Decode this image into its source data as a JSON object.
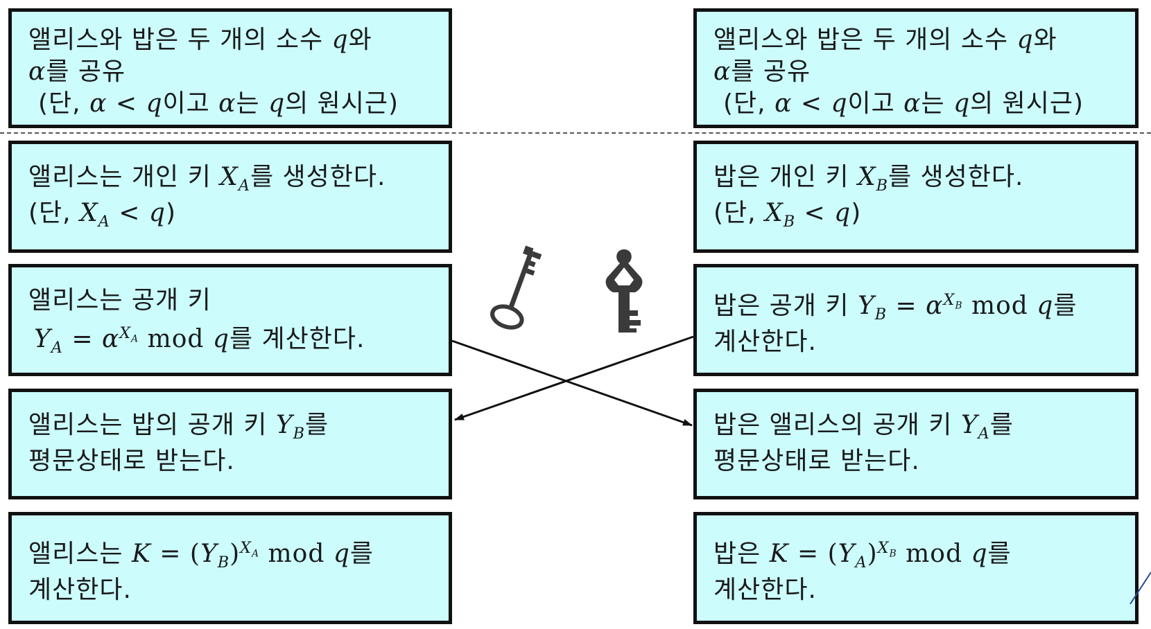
{
  "left": {
    "shared": {
      "line1_pre": "앨리스와 밥은 두 개의 소수 ",
      "q": "q",
      "line1_post": "와",
      "alpha": "α",
      "line2_post": "를 공유",
      "line3_a": "(단, ",
      "line3_b": " < ",
      "line3_c": "이고 ",
      "line3_d": "는 ",
      "line3_e": "의 원시근)"
    },
    "private_key": {
      "pre": "앨리스는 개인 키 ",
      "var": "X",
      "sub": "A",
      "post": "를 생성한다.",
      "cond_a": "(단, ",
      "cond_b": " < ",
      "cond_c": ")"
    },
    "public_key": {
      "line1": "앨리스는 공개 키",
      "y": "Y",
      "y_sub": "A",
      "eq": " = ",
      "alpha": "α",
      "exp": "X",
      "exp_sub": "A",
      "mod": " mod ",
      "q": "q",
      "post": "를 계산한다."
    },
    "receive": {
      "pre": "앨리스는 밥의 공개 키 ",
      "y": "Y",
      "y_sub": "B",
      "post": "를",
      "line2": "평문상태로 받는다."
    },
    "secret": {
      "pre": "앨리스는 ",
      "k": "K",
      "eq": " = (",
      "y": "Y",
      "y_sub": "B",
      "close": ")",
      "exp": "X",
      "exp_sub": "A",
      "mod": " mod ",
      "q": "q",
      "post": "를",
      "line2": "계산한다."
    }
  },
  "right": {
    "shared": {
      "line1_pre": "앨리스와 밥은 두 개의 소수 ",
      "q": "q",
      "line1_post": "와",
      "alpha": "α",
      "line2_post": "를 공유",
      "line3_a": "(단, ",
      "line3_b": " < ",
      "line3_c": "이고 ",
      "line3_d": "는 ",
      "line3_e": "의 원시근)"
    },
    "private_key": {
      "pre": "밥은 개인 키 ",
      "var": "X",
      "sub": "B",
      "post": "를 생성한다.",
      "cond_a": "(단, ",
      "cond_b": " < ",
      "cond_c": ")"
    },
    "public_key": {
      "pre": "밥은 공개 키 ",
      "y": "Y",
      "y_sub": "B",
      "eq": " = ",
      "alpha": "α",
      "exp": "X",
      "exp_sub": "B",
      "mod": " mod ",
      "q": "q",
      "post": "를",
      "line2": "계산한다."
    },
    "receive": {
      "pre": "밥은 앨리스의 공개 키 ",
      "y": "Y",
      "y_sub": "A",
      "post": "를",
      "line2": "평문상태로 받는다."
    },
    "secret": {
      "pre": "밥은 ",
      "k": "K",
      "eq": " = (",
      "y": "Y",
      "y_sub": "A",
      "close": ")",
      "exp": "X",
      "exp_sub": "B",
      "mod": " mod ",
      "q": "q",
      "post": "를",
      "line2": "계산한다."
    }
  },
  "colors": {
    "box_fill": "#ccfcfc",
    "box_border": "#111111",
    "key_icon": "#3a3a3a",
    "arrow": "#111111"
  },
  "icons": [
    "alice-key-icon",
    "bob-key-icon"
  ]
}
